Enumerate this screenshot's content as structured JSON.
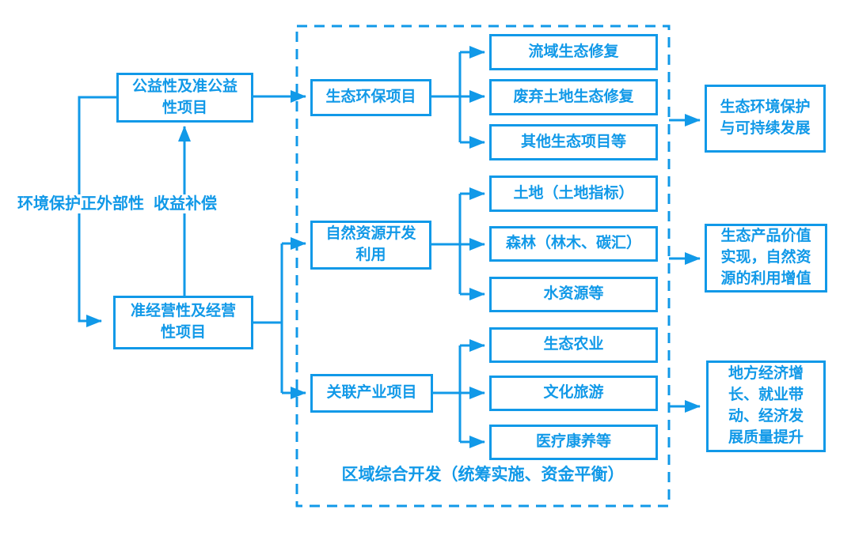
{
  "colors": {
    "accent": "#1199e8",
    "canvas": "#ffffff"
  },
  "left": {
    "externality_label": "环境保护正外部性",
    "compensation_label": "收益补偿",
    "public_box": [
      "公益性及准公益",
      "性项目"
    ],
    "quasi_box": [
      "准经营性及经营",
      "性项目"
    ]
  },
  "container": {
    "caption": "区域综合开发（统筹实施、资金平衡）",
    "groups": [
      {
        "parent": [
          "生态环保项目"
        ],
        "children": [
          "流域生态修复",
          "废弃土地生态修复",
          "其他生态项目等"
        ]
      },
      {
        "parent": [
          "自然资源开发",
          "利用"
        ],
        "children": [
          "土地（土地指标）",
          "森林（林木、碳汇）",
          "水资源等"
        ]
      },
      {
        "parent": [
          "关联产业项目"
        ],
        "children": [
          "生态农业",
          "文化旅游",
          "医疗康养等"
        ]
      }
    ]
  },
  "outcomes": [
    [
      "生态环境保护",
      "与可持续发展"
    ],
    [
      "生态产品价值",
      "实现，自然资",
      "源的利用增值"
    ],
    [
      "地方经济增",
      "长、就业带",
      "动、经济发",
      "展质量提升"
    ]
  ]
}
